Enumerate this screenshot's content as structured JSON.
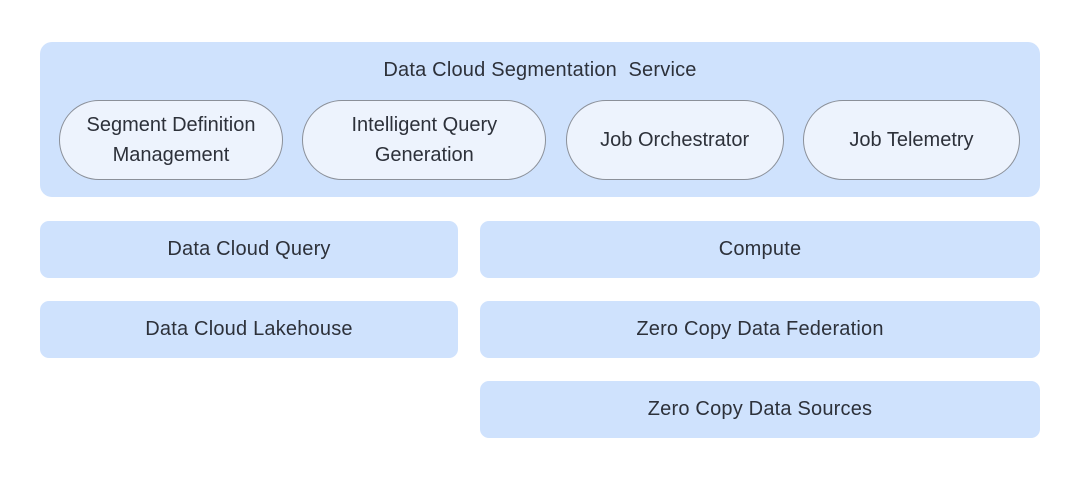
{
  "colors": {
    "container_fill": "#cfe2fd",
    "box_fill": "#cfe2fd",
    "pill_fill": "#edf3fd",
    "pill_border": "#8b9099",
    "text": "#2d313a",
    "background": "#ffffff"
  },
  "service": {
    "title": "Data Cloud Segmentation  Service",
    "components": [
      {
        "label": "Segment Definition Management"
      },
      {
        "label": "Intelligent Query Generation"
      },
      {
        "label": "Job Orchestrator"
      },
      {
        "label": "Job Telemetry"
      }
    ]
  },
  "left_column": [
    {
      "label": "Data Cloud Query"
    },
    {
      "label": "Data Cloud Lakehouse"
    }
  ],
  "right_column": [
    {
      "label": "Compute"
    },
    {
      "label": "Zero Copy Data Federation"
    },
    {
      "label": "Zero Copy Data Sources"
    }
  ]
}
